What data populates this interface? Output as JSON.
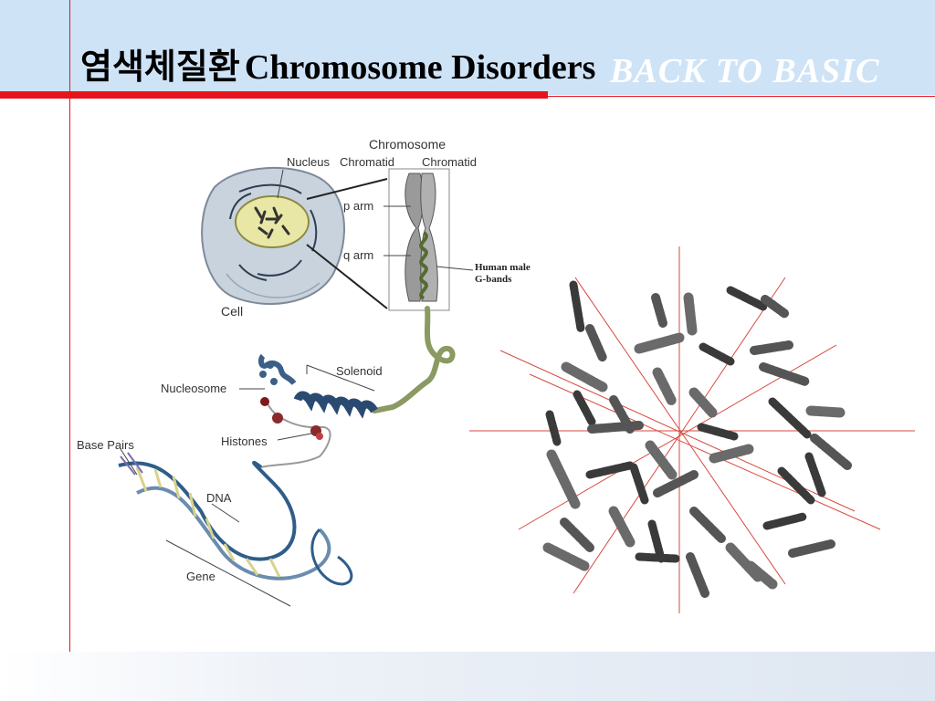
{
  "slide": {
    "title_korean": "염색체질환",
    "title_english": "Chromosome Disorders",
    "watermark": "BACK TO BASIC"
  },
  "diagram": {
    "labels": {
      "chromosome": "Chromosome",
      "nucleus": "Nucleus",
      "chromatid_left": "Chromatid",
      "chromatid_right": "Chromatid",
      "p_arm": "p arm",
      "q_arm": "q arm",
      "g_bands_line1": "Human male",
      "g_bands_line2": "G-bands",
      "cell": "Cell",
      "solenoid": "Solenoid",
      "nucleosome": "Nucleosome",
      "histones": "Histones",
      "base_pairs": "Base Pairs",
      "dna": "DNA",
      "gene": "Gene"
    }
  },
  "colors": {
    "header_band": "#cfe3f7",
    "accent_red": "#e8141b"
  }
}
